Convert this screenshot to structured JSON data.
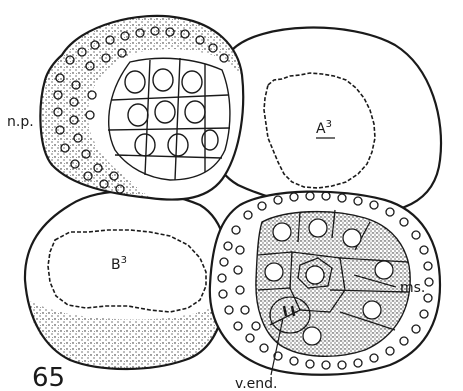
{
  "figure": {
    "number": "65",
    "labels": {
      "np": "n.p.",
      "a3_base": "A",
      "a3_sup": "3",
      "b3_base": "B",
      "b3_sup": "3",
      "ms": "ms.",
      "vend": "v.end."
    }
  },
  "colors": {
    "ink": "#1a1a1a",
    "paper": "#ffffff"
  }
}
